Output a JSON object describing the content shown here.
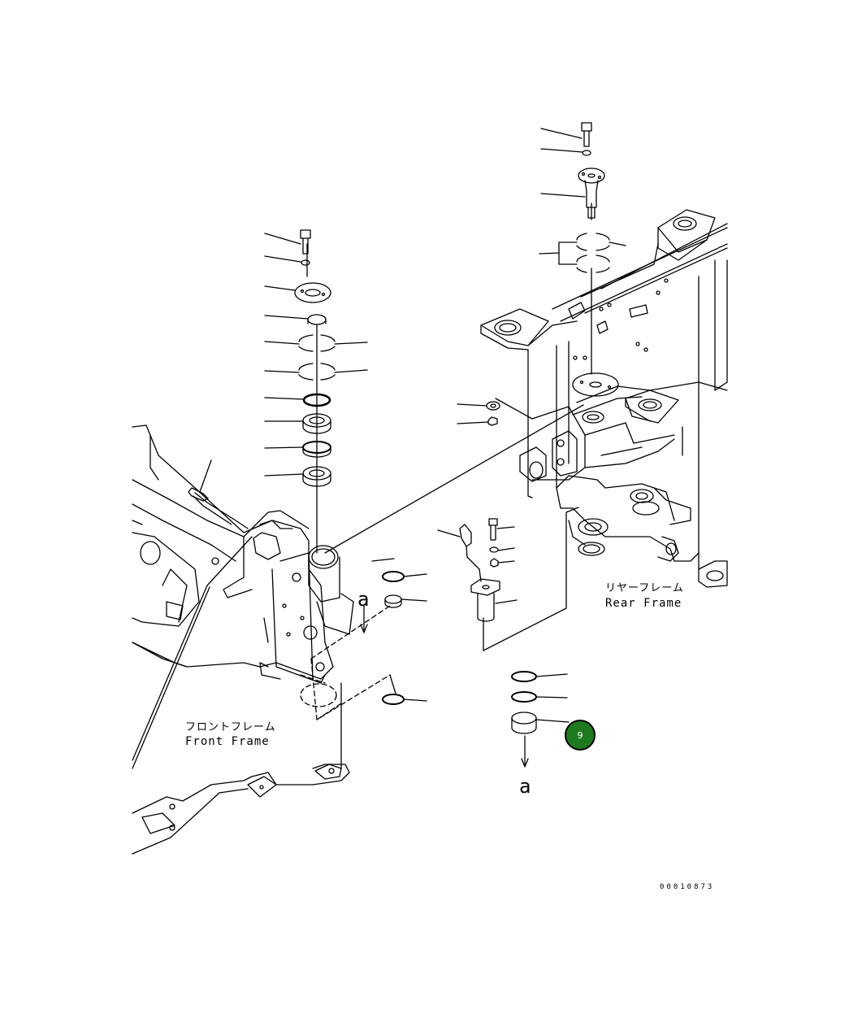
{
  "labels": {
    "front_frame_jp": "フロントフレーム",
    "front_frame_en": "Front Frame",
    "rear_frame_jp": "リヤーフレーム",
    "rear_frame_en": "Rear Frame",
    "marker_a_upper": "a",
    "marker_a_lower": "a",
    "drawing_number": "00010873"
  },
  "callouts": [
    {
      "id": "9",
      "color": "#1e7a1e"
    }
  ]
}
